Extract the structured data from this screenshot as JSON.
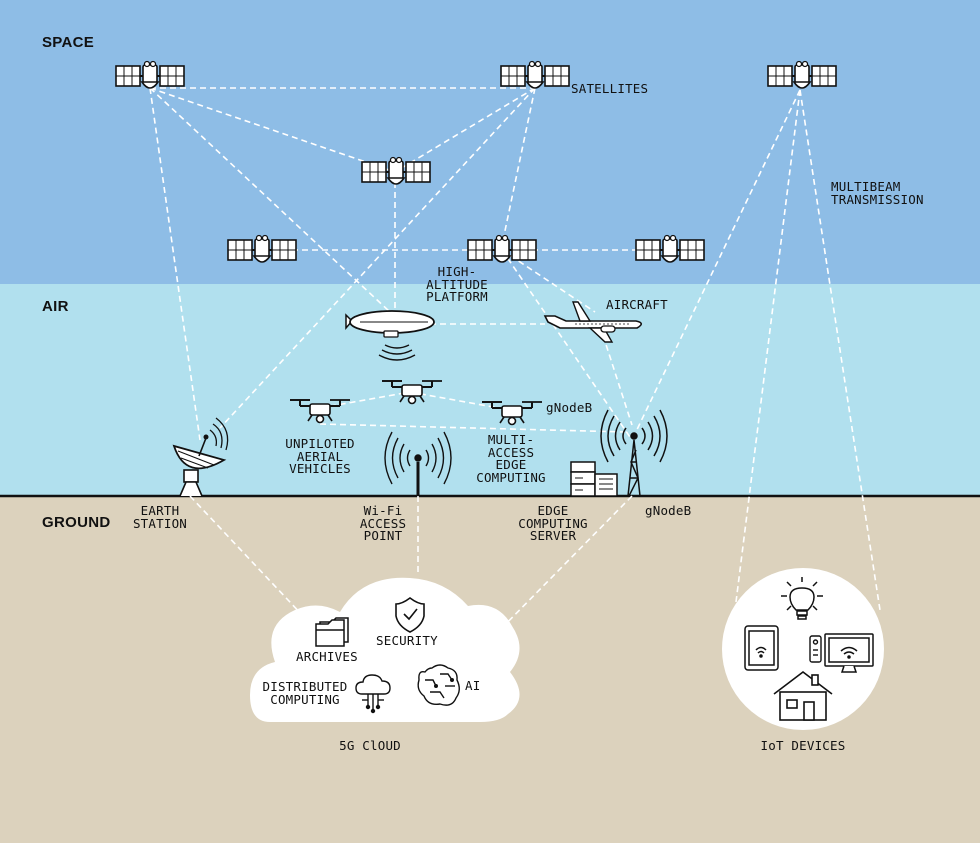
{
  "zones": {
    "space": "SPACE",
    "air": "AIR",
    "ground": "GROUND"
  },
  "labels": {
    "satellites": "SATELLITES",
    "multibeam": "MULTIBEAM\nTRANSMISSION",
    "hap": "HIGH-\nALTITUDE\nPLATFORM",
    "aircraft": "AIRCRAFT",
    "gnodeb_drone": "gNodeB",
    "uav": "UNPILOTED\nAERIAL\nVEHICLES",
    "mec": "MULTI-\nACCESS\nEDGE\nCOMPUTING",
    "earth_station": "EARTH\nSTATION",
    "wifi_ap": "Wi-Fi\nACCESS\nPOINT",
    "edge_server": "EDGE\nCOMPUTING\nSERVER",
    "gnodeb_tower": "gNodeB",
    "archives": "ARCHIVES",
    "security": "SECURITY",
    "distributed": "DISTRIBUTED\nCOMPUTING",
    "ai": "AI",
    "cloud": "5G ClOUD",
    "iot": "IoT DEVICES"
  },
  "colors": {
    "space": "#8ebde6",
    "air": "#b1e0ee",
    "ground": "#dcd2bd",
    "line": "#ffffff",
    "ink": "#111111"
  },
  "icons": [
    "satellite-icon",
    "airship-icon",
    "airplane-icon",
    "drone-icon",
    "dish-icon",
    "wifi-antenna-icon",
    "cell-tower-icon",
    "server-icon",
    "folder-icon",
    "shield-icon",
    "brain-icon",
    "cloud-network-icon",
    "lightbulb-icon",
    "tablet-icon",
    "remote-icon",
    "monitor-icon",
    "house-icon"
  ]
}
